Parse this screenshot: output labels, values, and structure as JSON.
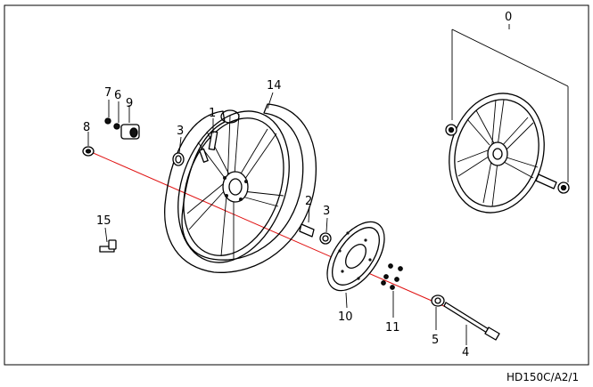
{
  "diagram_code": "HD150C/A2/1",
  "callouts": {
    "c0": "0",
    "c1": "1",
    "c2": "2",
    "c3a": "3",
    "c3b": "3",
    "c4": "4",
    "c5": "5",
    "c6": "6",
    "c7": "7",
    "c8": "8",
    "c9": "9",
    "c10": "10",
    "c11": "11",
    "c14": "14",
    "c15": "15"
  },
  "colors": {
    "axis": "#e01010",
    "ink": "#000000",
    "background": "#ffffff"
  }
}
